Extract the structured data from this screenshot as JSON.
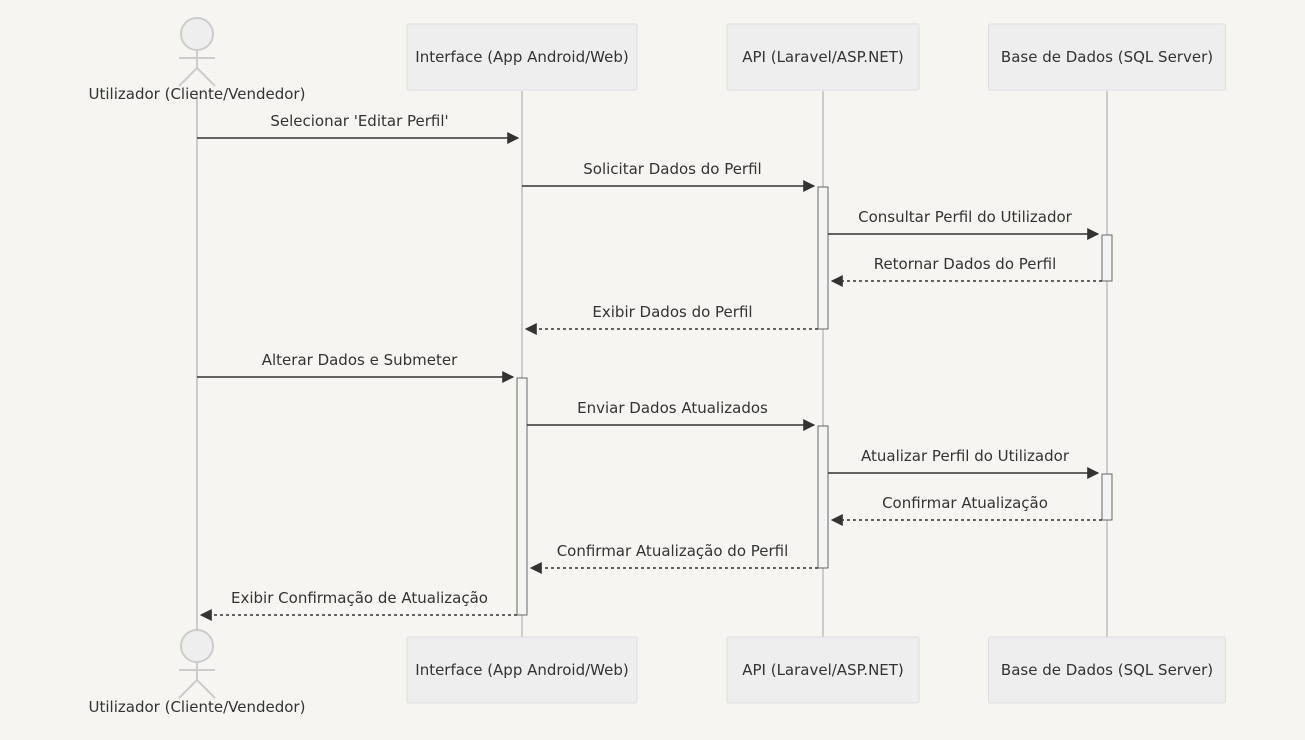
{
  "participants": [
    {
      "id": "user",
      "kind": "actor",
      "label": "Utilizador (Cliente/Vendedor)"
    },
    {
      "id": "ui",
      "kind": "box",
      "label": "Interface (App Android/Web)"
    },
    {
      "id": "api",
      "kind": "box",
      "label": "API (Laravel/ASP.NET)"
    },
    {
      "id": "db",
      "kind": "box",
      "label": "Base de Dados (SQL Server)"
    }
  ],
  "messages": [
    {
      "from": "user",
      "to": "ui",
      "label": "Selecionar 'Editar Perfil'",
      "style": "solid"
    },
    {
      "from": "ui",
      "to": "api",
      "label": "Solicitar Dados do Perfil",
      "style": "solid"
    },
    {
      "from": "api",
      "to": "db",
      "label": "Consultar Perfil do Utilizador",
      "style": "solid"
    },
    {
      "from": "db",
      "to": "api",
      "label": "Retornar Dados do Perfil",
      "style": "dashed"
    },
    {
      "from": "api",
      "to": "ui",
      "label": "Exibir Dados do Perfil",
      "style": "dashed"
    },
    {
      "from": "user",
      "to": "ui",
      "label": "Alterar Dados e Submeter",
      "style": "solid"
    },
    {
      "from": "ui",
      "to": "api",
      "label": "Enviar Dados Atualizados",
      "style": "solid"
    },
    {
      "from": "api",
      "to": "db",
      "label": "Atualizar Perfil do Utilizador",
      "style": "solid"
    },
    {
      "from": "db",
      "to": "api",
      "label": "Confirmar Atualização",
      "style": "dashed"
    },
    {
      "from": "api",
      "to": "ui",
      "label": "Confirmar Atualização do Perfil",
      "style": "dashed"
    },
    {
      "from": "ui",
      "to": "user",
      "label": "Exibir Confirmação de Atualização",
      "style": "dashed"
    }
  ],
  "colors": {
    "background": "#f6f5f1",
    "box_fill": "#eeeeee",
    "box_stroke": "#dddddd",
    "lifeline": "#cccccc",
    "arrow": "#333333",
    "text": "#333333",
    "activation_fill": "#f4f4f4",
    "activation_stroke": "#666666"
  }
}
